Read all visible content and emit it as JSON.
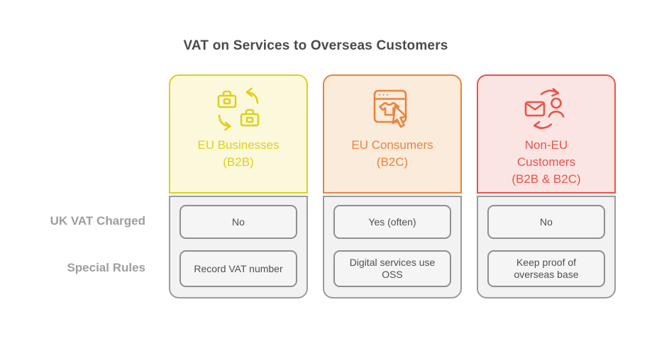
{
  "title": "VAT on Services to Overseas Customers",
  "row_headers": [
    "UK VAT Charged",
    "Special Rules"
  ],
  "columns": [
    {
      "id": "eu-businesses-b2b",
      "label": "EU Businesses\n(B2B)",
      "icon": "briefcase-exchange-icon",
      "accent": "#E0CF1B",
      "fill": "#FBF8DC",
      "uk_vat_charged": "No",
      "special_rules": "Record VAT number"
    },
    {
      "id": "eu-consumers-b2c",
      "label": "EU Consumers\n(B2C)",
      "icon": "online-shopping-icon",
      "accent": "#E8843E",
      "fill": "#FAEBDB",
      "uk_vat_charged": "Yes (often)",
      "special_rules": "Digital services use\nOSS"
    },
    {
      "id": "non-eu-customers-b2b-b2c",
      "label": "Non-EU\nCustomers\n(B2B & B2C)",
      "icon": "mail-person-exchange-icon",
      "accent": "#E9534B",
      "fill": "#FBE5E3",
      "uk_vat_charged": "No",
      "special_rules": "Keep proof of\noverseas base"
    }
  ],
  "colors": {
    "title_text": "#4A4A4A",
    "row_label_text": "#9E9E9E",
    "body_bg": "#F2F2F2",
    "body_border": "#9C9C9C",
    "cell_bg": "#F5F5F5",
    "cell_border": "#8F8F8F",
    "cell_text": "#4F4F4F"
  }
}
